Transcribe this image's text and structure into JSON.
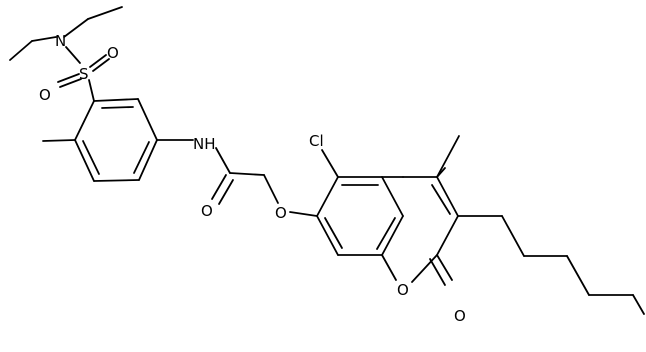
{
  "molecule": {
    "atoms": {
      "N_sulfonamide": "N",
      "S_sulfonyl": "S",
      "O_sulfonyl_1": "O",
      "O_sulfonyl_2": "O",
      "N_amide": "NH",
      "O_amide": "O",
      "O_ether": "O",
      "Cl": "Cl",
      "O_ring": "O",
      "O_lactone": "O"
    }
  }
}
